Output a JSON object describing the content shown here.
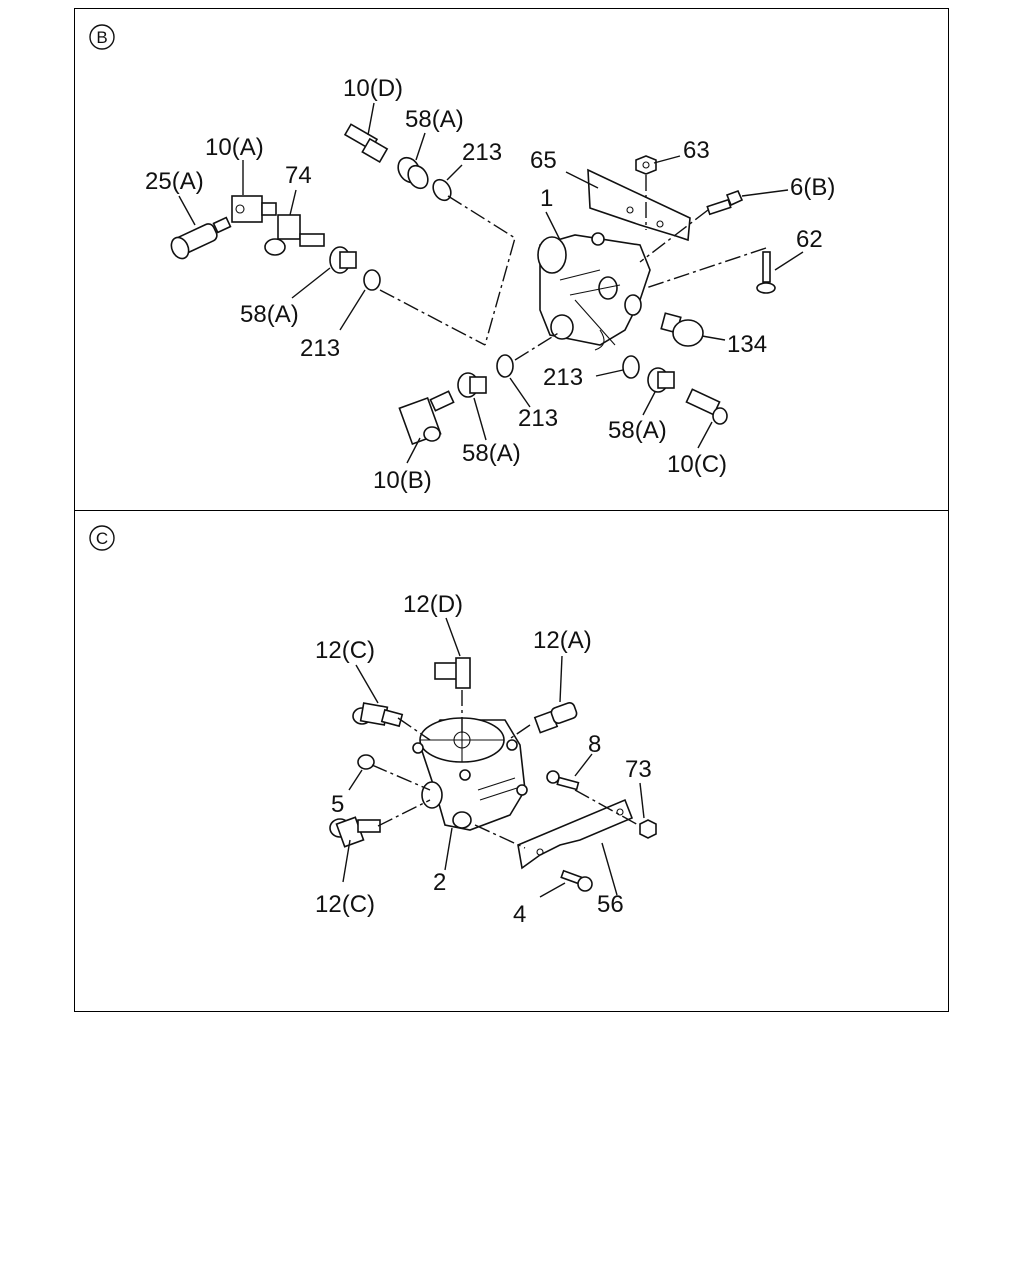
{
  "panel_b": {
    "badge": "B",
    "callouts": {
      "c10d": "10(D)",
      "c58a_top": "58(A)",
      "c213_top": "213",
      "c65": "65",
      "c63": "63",
      "c10a": "10(A)",
      "c74": "74",
      "c25a": "25(A)",
      "c1": "1",
      "c6b": "6(B)",
      "c62": "62",
      "c58a_left": "58(A)",
      "c213_left": "213",
      "c134": "134",
      "c213_right": "213",
      "c213_bottom": "213",
      "c58a_bottom": "58(A)",
      "c58a_right": "58(A)",
      "c10c": "10(C)",
      "c10b": "10(B)"
    }
  },
  "panel_c": {
    "badge": "C",
    "callouts": {
      "c12d": "12(D)",
      "c12c_top": "12(C)",
      "c12a": "12(A)",
      "c8": "8",
      "c73": "73",
      "c5": "5",
      "c2": "2",
      "c12c_bottom": "12(C)",
      "c4": "4",
      "c56": "56"
    }
  }
}
